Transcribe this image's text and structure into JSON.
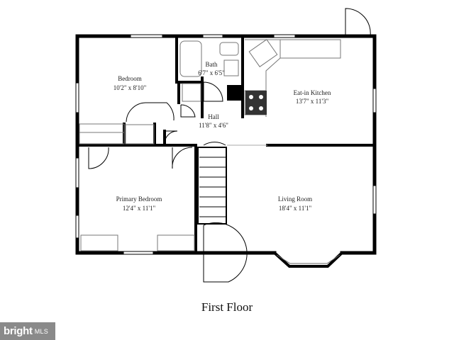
{
  "plan": {
    "floor_title": "First Floor",
    "rooms": [
      {
        "id": "bedroom",
        "name": "Bedroom",
        "size": "10'2\" x 8'10\""
      },
      {
        "id": "bath",
        "name": "Bath",
        "size": "6'7\" x 6'5\""
      },
      {
        "id": "kitchen",
        "name": "Eat-in Kitchen",
        "size": "13'7\" x 11'3\""
      },
      {
        "id": "hall",
        "name": "Hall",
        "size": "11'8\" x 4'6\""
      },
      {
        "id": "primary",
        "name": "Primary Bedroom",
        "size": "12'4\" x 11'1\""
      },
      {
        "id": "living",
        "name": "Living Room",
        "size": "18'4\" x 11'1\""
      }
    ]
  },
  "branding": {
    "name": "bright",
    "suffix": "MLS",
    "colors": {
      "background": "#8a8a8a",
      "text": "#ffffff"
    }
  },
  "colors": {
    "wall": "#000000",
    "fixture": "#777777"
  }
}
